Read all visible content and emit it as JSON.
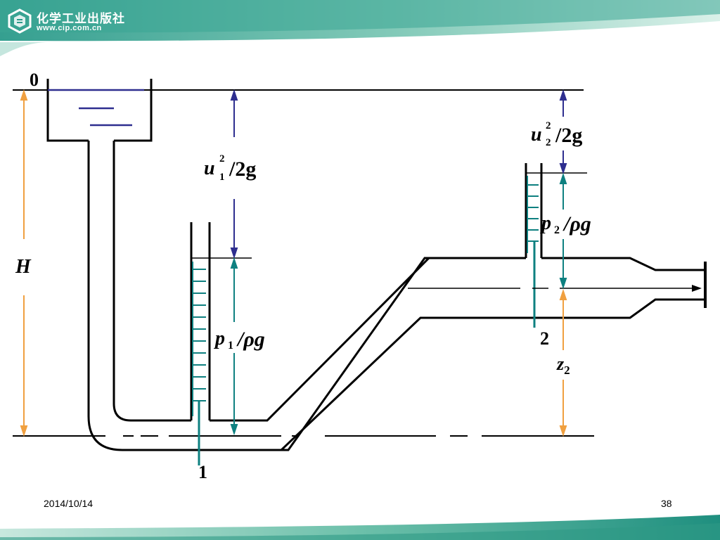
{
  "header": {
    "publisher_name": "化学工业出版社",
    "publisher_url": "www.cip.com.cn",
    "logo_icon": "cip-logo-icon"
  },
  "diagram": {
    "section_0_label": "0",
    "section_1_label": "1",
    "section_2_label": "2",
    "height_label": "H",
    "z2_label": "z",
    "z2_sub": "2",
    "u1_head": {
      "var": "u",
      "sub": "1",
      "sup": "2",
      "rest": "/2g"
    },
    "u2_head": {
      "var": "u",
      "sub": "2",
      "sup": "2",
      "rest": "/2g"
    },
    "p1_head": {
      "var": "p",
      "sub": "1",
      "rest": "/ρg"
    },
    "p2_head": {
      "var": "p",
      "sub": "2",
      "rest": "/ρg"
    },
    "colors": {
      "pipe": "#000000",
      "water": "#2e2e8f",
      "piezometer": "#0e8080",
      "dimension_orange": "#f0a040",
      "header_green": "#2a9a8a"
    }
  },
  "footer": {
    "date": "2014/10/14",
    "page_number": "38"
  }
}
